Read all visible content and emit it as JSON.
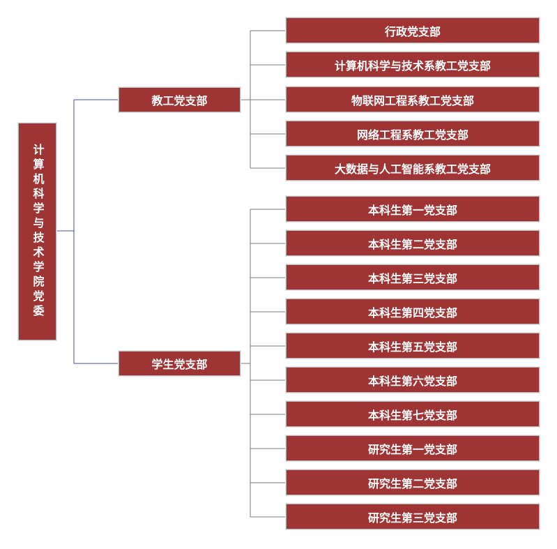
{
  "root": {
    "label": "计算机科学与技术学院党委"
  },
  "branches": [
    {
      "label": "教工党支部",
      "children": [
        "行政党支部",
        "计算机科学与技术系教工党支部",
        "物联网工程系教工党支部",
        "网络工程系教工党支部",
        "大数据与人工智能系教工党支部"
      ]
    },
    {
      "label": "学生党支部",
      "children": [
        "本科生第一党支部",
        "本科生第二党支部",
        "本科生第三党支部",
        "本科生第四党支部",
        "本科生第五党支部",
        "本科生第六党支部",
        "本科生第七党支部",
        "研究生第一党支部",
        "研究生第二党支部",
        "研究生第三党支部"
      ]
    }
  ],
  "colors": {
    "node_fill": "#9e3433",
    "node_text": "#ffffff",
    "connector_primary": "#4b4f8f",
    "connector_secondary": "#777777"
  }
}
